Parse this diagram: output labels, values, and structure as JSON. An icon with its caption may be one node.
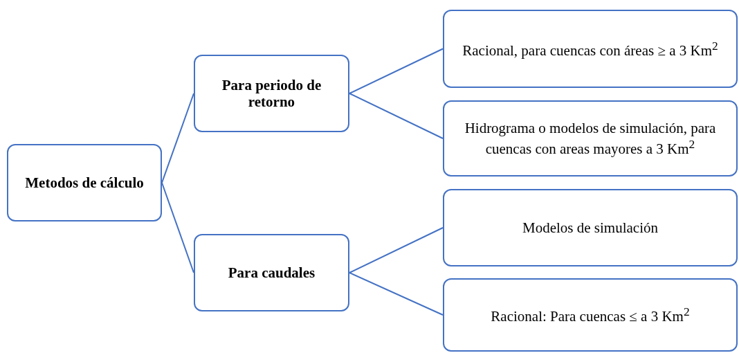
{
  "diagram": {
    "nodes": [
      {
        "text": [
          "Metodos de cálculo"
        ]
      },
      {
        "text": [
          "Para periodo de retorno"
        ]
      },
      {
        "text": [
          "Para caudales"
        ]
      },
      {
        "text": [
          "Racional, para cuencas con áreas ≥ a 3 Km$^{2}$"
        ]
      },
      {
        "text": [
          "Hidrograma o modelos de simulación, para cuencas con areas mayores a 3 Km$^{2}$"
        ]
      },
      {
        "text": [
          "Modelos de simulación"
        ]
      },
      {
        "text": [
          "Racional: Para cuencas ≤ a 3 Km$^{2}$"
        ]
      }
    ],
    "edges": [
      {
        "from": 0,
        "to": 1,
        "arrow": "none"
      },
      {
        "from": 0,
        "to": 2,
        "arrow": "none"
      },
      {
        "from": 1,
        "to": 3,
        "arrow": "none"
      },
      {
        "from": 1,
        "to": 4,
        "arrow": "none"
      },
      {
        "from": 2,
        "to": 5,
        "arrow": "none"
      },
      {
        "from": 2,
        "to": 6,
        "arrow": "none"
      }
    ]
  }
}
